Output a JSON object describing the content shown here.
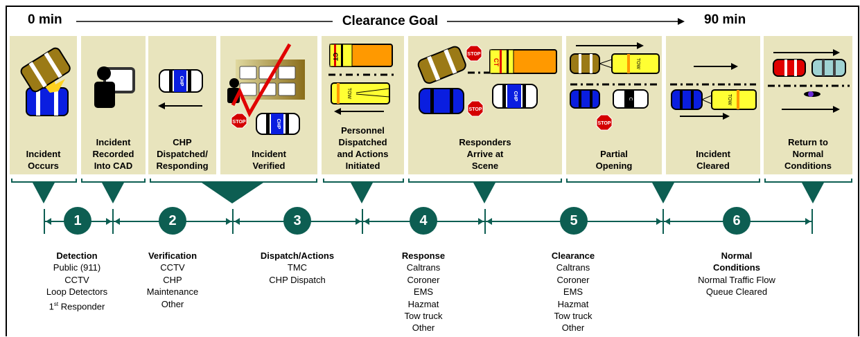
{
  "header": {
    "start": "0 min",
    "goal": "Clearance Goal",
    "end": "90 min"
  },
  "panels": [
    {
      "label_lines": [
        "Incident",
        "Occurs"
      ]
    },
    {
      "label_lines": [
        "Incident",
        "Recorded",
        "Into CAD"
      ]
    },
    {
      "label_lines": [
        "CHP",
        "Dispatched/",
        "Responding"
      ]
    },
    {
      "label_lines": [
        "Incident",
        "Verified"
      ]
    },
    {
      "label_lines": [
        "Personnel",
        "Dispatched",
        "and Actions",
        "Initiated"
      ]
    },
    {
      "label_lines": [
        "Responders",
        "Arrive at",
        "Scene"
      ]
    },
    {
      "label_lines": [
        "Partial",
        "Opening"
      ]
    },
    {
      "label_lines": [
        "Incident",
        "Cleared"
      ]
    },
    {
      "label_lines": [
        "Return to",
        "Normal",
        "Conditions"
      ]
    }
  ],
  "vehicle_text": {
    "chp": "CHP",
    "ct": "CT",
    "tow": "TOW",
    "stop": "STOP",
    "c": "C"
  },
  "phases": [
    {
      "number": "1",
      "title": "Detection",
      "items": [
        "Public (911)",
        "CCTV",
        "Loop Detectors"
      ],
      "last_item": {
        "prefix": "1",
        "sup": "st",
        "suffix": " Responder"
      }
    },
    {
      "number": "2",
      "title": "Verification",
      "items": [
        "CCTV",
        "CHP",
        "Maintenance",
        "Other"
      ]
    },
    {
      "number": "3",
      "title": "Dispatch/Actions",
      "items": [
        "TMC",
        "CHP Dispatch"
      ]
    },
    {
      "number": "4",
      "title": "Response",
      "items": [
        "Caltrans",
        "Coroner",
        "EMS",
        "Hazmat",
        "Tow truck",
        "Other"
      ]
    },
    {
      "number": "5",
      "title": "Clearance",
      "items": [
        "Caltrans",
        "Coroner",
        "EMS",
        "Hazmat",
        "Tow truck",
        "Other"
      ]
    },
    {
      "number": "6",
      "title": "Normal",
      "title_line2": "Conditions",
      "items": [
        "Normal Traffic Flow",
        "Queue Cleared"
      ]
    }
  ],
  "colors": {
    "panel": "#e8e4bd",
    "accent": "#0d5e52",
    "car_blue": "#0a1ee0",
    "car_gold": "#9b7a16",
    "car_yellow": "#ffff33",
    "car_orange": "#ff9900",
    "car_red": "#e00000",
    "car_teal": "#9fd2d2",
    "stop_red": "#d40000"
  }
}
